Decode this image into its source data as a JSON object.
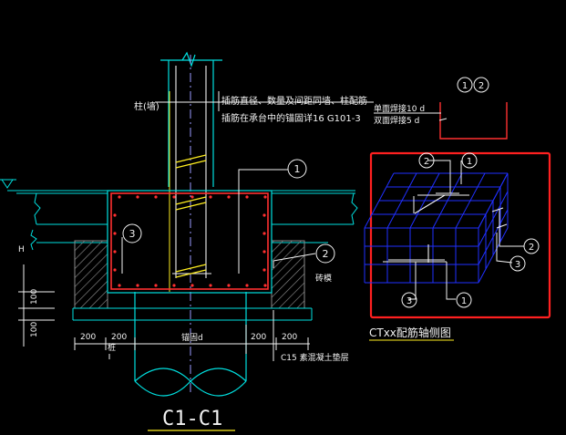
{
  "section_title": "C1-C1",
  "labels": {
    "column": "柱(墙)",
    "note_line1": "插筋直径、数量及间距同墙、柱配筋",
    "note_line2": "插筋在承台中的锚固详16 G101-3",
    "single_weld": "单面焊接10 d",
    "double_weld": "双面焊接5 d",
    "anchor": "锚固d",
    "cushion": "C15 素混凝土垫层",
    "brick_mold": "砖模",
    "pile": "桩",
    "h_mark": "H",
    "axon_title": "CTxx配筋轴侧图"
  },
  "dimensions": {
    "d200_a": "200",
    "d200_b": "200",
    "d200_c": "200",
    "d200_d": "200",
    "v100_a": "100",
    "v100_b": "100"
  },
  "callouts": {
    "c1": "1",
    "c2": "2",
    "c3": "3",
    "weld_1": "1",
    "weld_2": "2",
    "ax_2_top": "2",
    "ax_1_top": "1",
    "ax_2_right": "2",
    "ax_3_right": "3",
    "ax_3_bottom": "3",
    "ax_1_bottom": "1"
  },
  "colors": {
    "background": "#000000",
    "outline": "#00e0e0",
    "rebar_red": "#ff3030",
    "hatch": "#8a8a8a",
    "cage_blue": "#2030ff",
    "stirrup_yellow": "#ffee20",
    "text": "#f2f2f2",
    "highlight_box": "#ff2020"
  }
}
